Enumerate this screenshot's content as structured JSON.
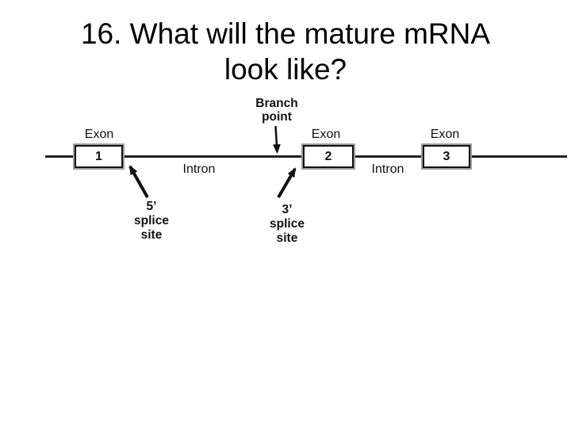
{
  "slide": {
    "title_line1": "16. What will the mature mRNA",
    "title_line2": "look like?"
  },
  "diagram": {
    "exons": [
      {
        "label": "Exon",
        "number": "1"
      },
      {
        "label": "Exon",
        "number": "2"
      },
      {
        "label": "Exon",
        "number": "3"
      }
    ],
    "introns": [
      {
        "label": "Intron"
      },
      {
        "label": "Intron"
      }
    ],
    "branch_point": {
      "line1": "Branch",
      "line2": "point"
    },
    "splice_5": {
      "line1": "5’",
      "line2": "splice",
      "line3": "site"
    },
    "splice_3": {
      "line1": "3’",
      "line2": "splice",
      "line3": "site"
    },
    "icons": {
      "branch_arrow": "arrow-down",
      "splice_5_arrow": "arrow-up-left",
      "splice_3_arrow": "arrow-up-right"
    }
  },
  "colors": {
    "background": "#ffffff",
    "ink": "#111111",
    "box_shadow": "#9c9c9c"
  }
}
